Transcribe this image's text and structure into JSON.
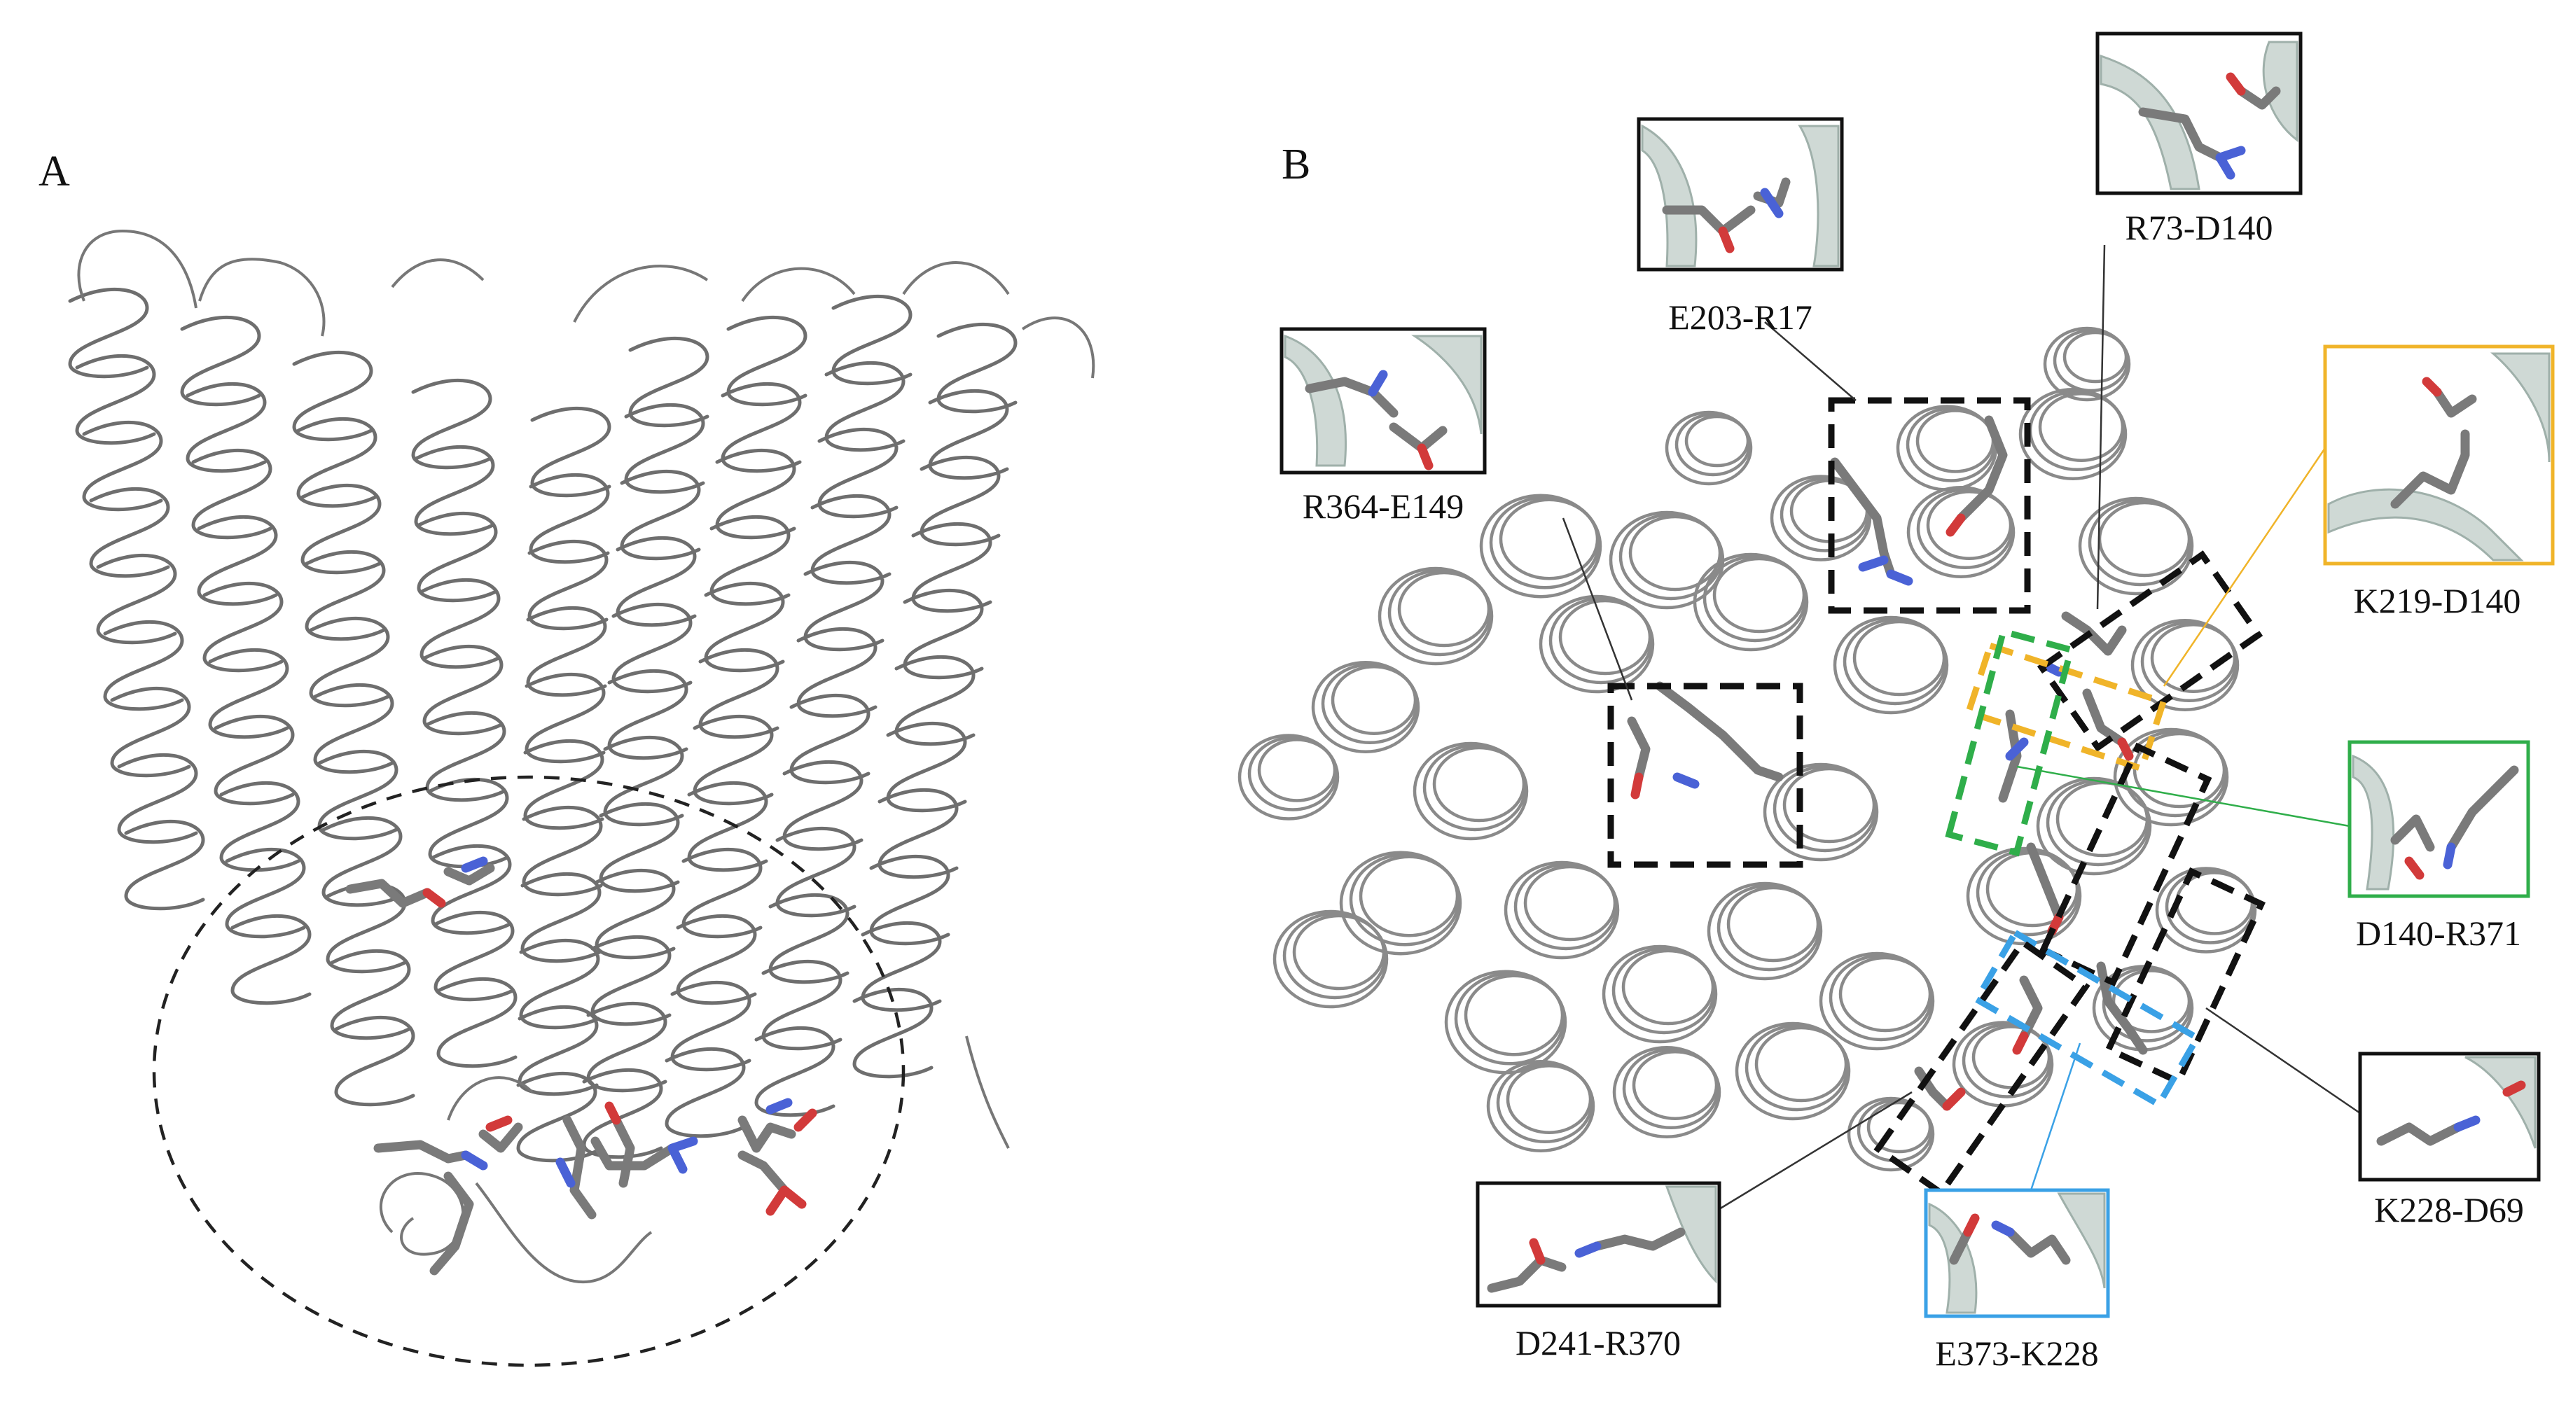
{
  "panels": [
    {
      "letter": "A"
    },
    {
      "letter": "B"
    }
  ],
  "colors": {
    "black": "#111111",
    "yellow": "#f0b429",
    "green": "#2fae4a",
    "blue": "#3aa1e6",
    "oxygen": "#d23a3a",
    "nitrogen": "#4a62d6",
    "carbon": "#7a7a7a",
    "inset_ribbon": "#c7d3ce"
  },
  "insets": [
    {
      "id": "r364-e149",
      "label": "R364-E149",
      "color": "black"
    },
    {
      "id": "e203-r17",
      "label": "E203-R17",
      "color": "black"
    },
    {
      "id": "r73-d140",
      "label": "R73-D140",
      "color": "black"
    },
    {
      "id": "k219-d140",
      "label": "K219-D140",
      "color": "yellow"
    },
    {
      "id": "d140-r371",
      "label": "D140-R371",
      "color": "green"
    },
    {
      "id": "k228-d69",
      "label": "K228-D69",
      "color": "black"
    },
    {
      "id": "e373-k228",
      "label": "E373-K228",
      "color": "blue"
    },
    {
      "id": "d241-r370",
      "label": "D241-R370",
      "color": "black"
    }
  ]
}
